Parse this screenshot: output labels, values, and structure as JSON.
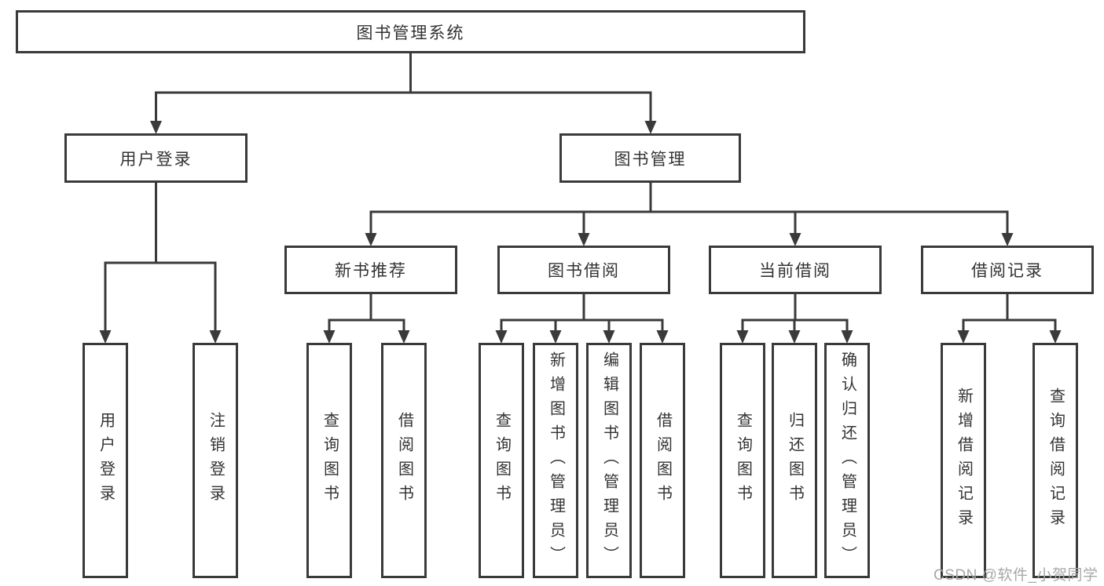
{
  "diagram": {
    "root": "图书管理系统",
    "branches": [
      {
        "label": "用户登录",
        "children": [
          {
            "label": "用户登录"
          },
          {
            "label": "注销登录"
          }
        ]
      },
      {
        "label": "图书管理",
        "groups": [
          {
            "label": "新书推荐",
            "children": [
              {
                "label": "查询图书"
              },
              {
                "label": "借阅图书"
              }
            ]
          },
          {
            "label": "图书借阅",
            "children": [
              {
                "label": "查询图书"
              },
              {
                "label": "新增图书（管理员）"
              },
              {
                "label": "编辑图书（管理员）"
              },
              {
                "label": "借阅图书"
              }
            ]
          },
          {
            "label": "当前借阅",
            "children": [
              {
                "label": "查询图书"
              },
              {
                "label": "归还图书"
              },
              {
                "label": "确认归还（管理员）"
              }
            ]
          },
          {
            "label": "借阅记录",
            "children": [
              {
                "label": "新增借阅记录"
              },
              {
                "label": "查询借阅记录"
              }
            ]
          }
        ]
      }
    ]
  },
  "watermark": {
    "text": "CSDN @软件_小贺同学"
  },
  "colors": {
    "line": "#3a3a3a",
    "box_border": "#3a3a3a",
    "box_fill": "#ffffff",
    "text": "#333333",
    "watermark": "#a8a8a8",
    "background": "#ffffff"
  }
}
